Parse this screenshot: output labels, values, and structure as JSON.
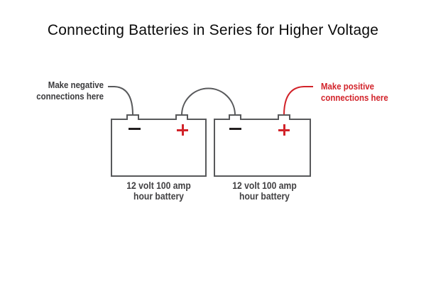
{
  "title": "Connecting Batteries in Series for Higher Voltage",
  "annotations": {
    "negative": {
      "line1": "Make negative",
      "line2": "connections here"
    },
    "positive": {
      "line1": "Make positive",
      "line2": "connections here"
    }
  },
  "batteries": [
    {
      "caption_line1": "12 volt 100 amp",
      "caption_line2": "hour battery"
    },
    {
      "caption_line1": "12 volt 100 amp",
      "caption_line2": "hour battery"
    }
  ],
  "symbols": {
    "negative_terminal_icon": "minus-shape",
    "positive_terminal_icon": "plus-shape"
  },
  "colors": {
    "wire_and_outline_gray": "#58595b",
    "negative_label_dark": "#3a3a3c",
    "positive_red": "#d2232a",
    "caption_gray": "#414042",
    "minus_black": "#231f20",
    "background": "#ffffff"
  }
}
